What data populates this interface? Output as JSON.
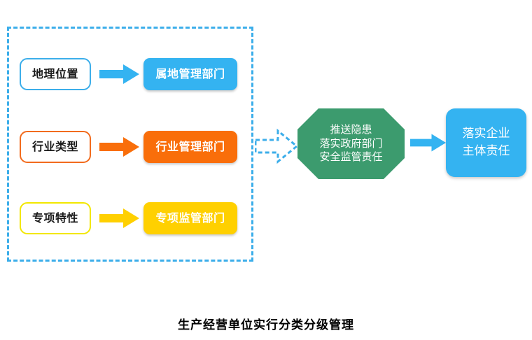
{
  "caption": "生产经营单位实行分类分级管理",
  "group": {
    "name": "classification-group",
    "border_color": "#3CAEEA",
    "border_style": "dashed"
  },
  "rows": [
    {
      "source_label": "地理位置",
      "source_border_color": "#3CAEEA",
      "arrow_color": "#34B3F1",
      "arrow_name": "arrow-geo-to-territorial",
      "dest_label": "属地管理部门",
      "dest_fill_color": "#34B3F1"
    },
    {
      "source_label": "行业类型",
      "source_border_color": "#F26B1D",
      "arrow_color": "#F96E0A",
      "arrow_name": "arrow-industry-to-industrydept",
      "dest_label": "行业管理部门",
      "dest_fill_color": "#F96E0A"
    },
    {
      "source_label": "专项特性",
      "source_border_color": "#F2E700",
      "arrow_color": "#FFD000",
      "arrow_name": "arrow-special-to-specialdept",
      "dest_label": "专项监管部门",
      "dest_fill_color": "#FFD000"
    }
  ],
  "dashed_arrow": {
    "name": "dashed-arrow-to-hub",
    "color": "#3CAEEA"
  },
  "hub": {
    "label": "推送隐患\n落实政府部门\n安全监管责任",
    "line1": "推送隐患",
    "line2": "落实政府部门",
    "line3": "安全监管责任",
    "fill_color": "#3C9B6E",
    "shape": "octagon"
  },
  "hub_arrow": {
    "name": "arrow-hub-to-result",
    "color": "#34B3F1"
  },
  "result": {
    "label": "落实企业\n主体责任",
    "line1": "落实企业",
    "line2": "主体责任",
    "fill_color": "#34B3F1"
  }
}
